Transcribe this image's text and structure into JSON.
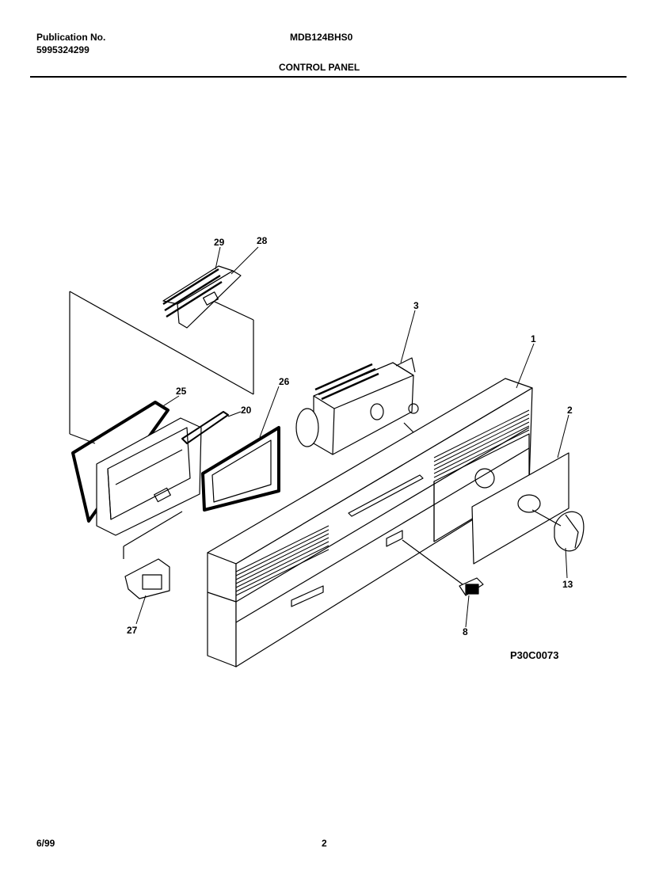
{
  "header": {
    "publication_label": "Publication No.",
    "publication_number": "5995324299",
    "model": "MDB124BHS0",
    "section_title": "CONTROL PANEL"
  },
  "diagram": {
    "callouts": [
      "29",
      "28",
      "3",
      "1",
      "25",
      "26",
      "20",
      "2",
      "13",
      "27",
      "8"
    ],
    "figure_code": "P30C0073"
  },
  "footer": {
    "date": "6/99",
    "page": "2"
  }
}
